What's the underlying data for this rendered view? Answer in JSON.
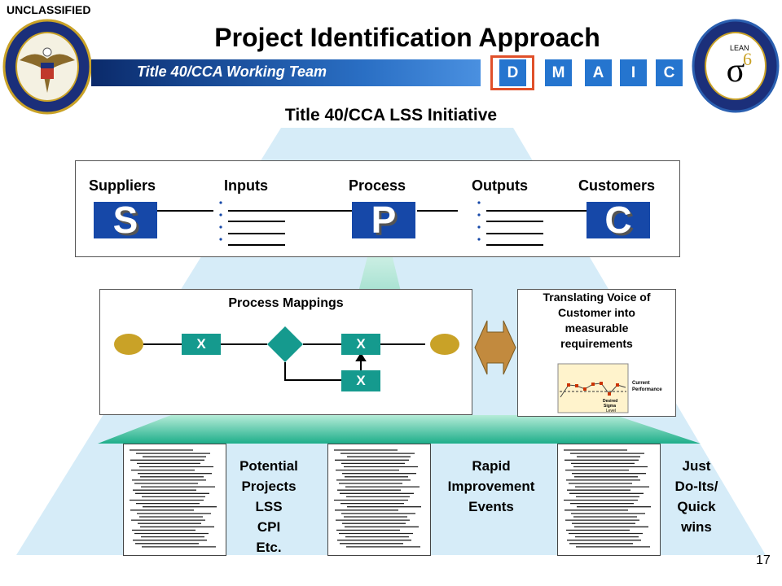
{
  "header": {
    "classification": "UNCLASSIFIED",
    "title": "Project Identification Approach",
    "team_banner": "Title 40/CCA Working Team",
    "phases": [
      "D",
      "M",
      "A",
      "I",
      "C"
    ],
    "active_phase": "D",
    "seal_left": "dod-seal",
    "seal_right": "lean-six-sigma-program-office-seal"
  },
  "subtitle": "Title 40/CCA LSS Initiative",
  "sipoc": {
    "labels": [
      "Suppliers",
      "Inputs",
      "Process",
      "Outputs",
      "Customers"
    ],
    "blocks": [
      "S",
      "P",
      "C"
    ]
  },
  "process_mappings": {
    "title": "Process Mappings",
    "boxes": [
      "X",
      "X",
      "X"
    ]
  },
  "voc": {
    "title_lines": [
      "Translating Voice of",
      "Customer into",
      "measurable",
      "requirements"
    ],
    "chart_labels": {
      "current": [
        "Current",
        "Performance"
      ],
      "desired": [
        "Desired",
        "Sigma",
        "Level"
      ]
    }
  },
  "outcomes": [
    {
      "lines": [
        "Potential",
        "Projects",
        "LSS",
        "CPI",
        "Etc."
      ]
    },
    {
      "lines": [
        "Rapid",
        "Improvement",
        "Events"
      ]
    },
    {
      "lines": [
        "Just",
        "Do-Its/",
        "Quick",
        "wins"
      ]
    }
  ],
  "page_number": "17",
  "colors": {
    "navy": "#1648a8",
    "teal": "#159a8e",
    "gold": "#c9a227",
    "phase_blue": "#2575cf",
    "highlight": "#e0502a",
    "pyramid": "#d4ecf8"
  }
}
